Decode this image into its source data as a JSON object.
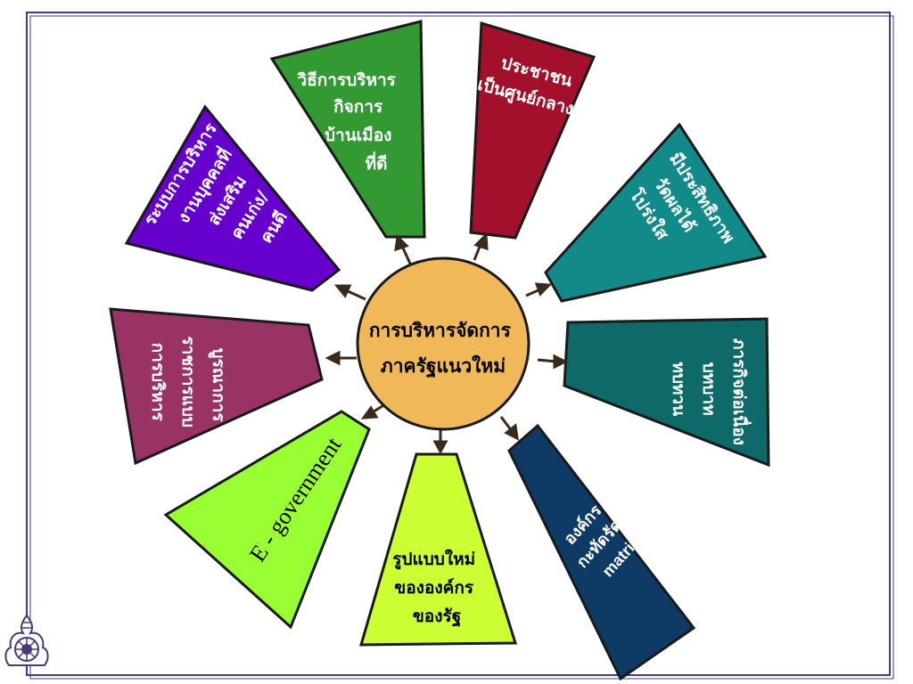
{
  "center": {
    "lines": [
      "การบริหารจัดการ",
      "ภาครัฐแนวใหม่"
    ],
    "fill": "#f0b858"
  },
  "segments": [
    {
      "id": "top-left",
      "lines": [
        "วิธีการบริหาร",
        "กิจการ",
        "บ้านเมือง",
        "ที่ดี"
      ],
      "fill": "#339933",
      "dark": false
    },
    {
      "id": "top-right",
      "lines": [
        "ประชาชน",
        "เป็นศูนย์กลาง"
      ],
      "fill": "#a3102c",
      "dark": false
    },
    {
      "id": "right-upper",
      "lines": [
        "มีประสิทธิภาพ",
        "วัดผลได้",
        "โปร่งใส"
      ],
      "fill": "#128a8a",
      "dark": false
    },
    {
      "id": "right",
      "lines": [
        "ทบทวน",
        "บทบาท",
        "ภารกิจต่อเนื่อง"
      ],
      "fill": "#0e6a68",
      "dark": false
    },
    {
      "id": "bottom-right",
      "lines": [
        "องค์กร",
        "กะทัดรัด/",
        "matrix"
      ],
      "fill": "#0e3a66",
      "dark": false
    },
    {
      "id": "bottom",
      "lines": [
        "รูปแบบใหม่",
        "ขององค์กร",
        "ของรัฐ"
      ],
      "fill": "#ccff33",
      "dark": true
    },
    {
      "id": "bottom-left",
      "lines": [
        "E - government"
      ],
      "fill": "#99ff33",
      "dark": true
    },
    {
      "id": "left",
      "lines": [
        "การบริหาร",
        "ราชการแบบ",
        "บูรณาการ"
      ],
      "fill": "#993366",
      "dark": false
    },
    {
      "id": "upper-left",
      "lines": [
        "ระบบการบริหาร",
        "งานบุคคลที่",
        "ส่งเสริม",
        "คนเก่ง/",
        "คนดี"
      ],
      "fill": "#6600cc",
      "dark": false
    }
  ],
  "colors": {
    "outline": "#1a1a1a",
    "frame": "#3b3b9a"
  }
}
